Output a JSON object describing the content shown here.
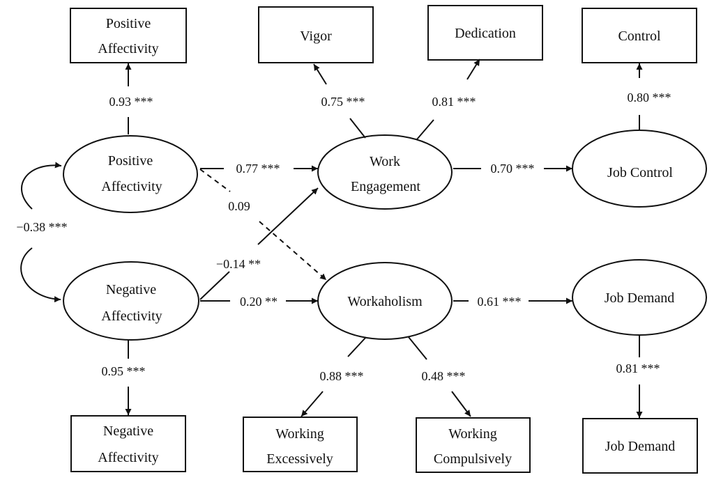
{
  "nodes": {
    "box_pa": {
      "lines": [
        "Positive",
        "Affectivity"
      ]
    },
    "box_vigor": {
      "lines": [
        "Vigor"
      ]
    },
    "box_dedication": {
      "lines": [
        "Dedication"
      ]
    },
    "box_control": {
      "lines": [
        "Control"
      ]
    },
    "box_na": {
      "lines": [
        "Negative",
        "Affectivity"
      ]
    },
    "box_we": {
      "lines": [
        "Working",
        "Excessively"
      ]
    },
    "box_wc": {
      "lines": [
        "Working",
        "Compulsively"
      ]
    },
    "box_jd": {
      "lines": [
        "Job Demand"
      ]
    },
    "ell_pa": {
      "lines": [
        "Positive",
        "Affectivity"
      ]
    },
    "ell_na": {
      "lines": [
        "Negative",
        "Affectivity"
      ]
    },
    "ell_work_engagement": {
      "lines": [
        "Work",
        "Engagement"
      ]
    },
    "ell_workaholism": {
      "lines": [
        "Workaholism"
      ]
    },
    "ell_job_control": {
      "lines": [
        "Job Control"
      ]
    },
    "ell_job_demand": {
      "lines": [
        "Job Demand"
      ]
    }
  },
  "edges": {
    "pa_to_box": "0.93 ***",
    "we_to_vigor": "0.75 ***",
    "we_to_dedication": "0.81 ***",
    "jc_to_control": "0.80 ***",
    "pa_to_we": "0.77 ***",
    "pa_to_wh": "0.09",
    "we_to_jc": "0.70 ***",
    "pa_na_cov": "−0.38 ***",
    "na_to_we": "−0.14 **",
    "na_to_wh": "0.20 **",
    "wh_to_jd": "0.61 ***",
    "na_to_box": "0.95 ***",
    "wh_to_excessive": "0.88 ***",
    "wh_to_compulsive": "0.48 ***",
    "jd_to_box": "0.81 ***"
  }
}
